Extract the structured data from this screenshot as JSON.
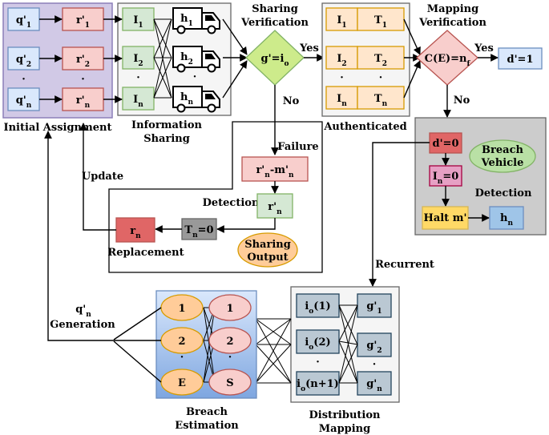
{
  "labels": {
    "initial_assignment": "Initial Assignment",
    "information_sharing_1": "Information",
    "information_sharing_2": "Sharing",
    "sharing_verification_1": "Sharing",
    "sharing_verification_2": "Verification",
    "authenticated": "Authenticated",
    "mapping_verification_1": "Mapping",
    "mapping_verification_2": "Verification",
    "yes_1": "Yes",
    "yes_2": "Yes",
    "no_1": "No",
    "no_2": "No",
    "failure": "Failure",
    "update": "Update",
    "detection_1": "Detection",
    "replacement": "Replacement",
    "detection_2": "Detection",
    "recurrent": "Recurrent",
    "generation_1": "q'",
    "generation_1_sub": "n",
    "generation_2": "Generation",
    "breach_estimation_1": "Breach",
    "breach_estimation_2": "Estimation",
    "distribution_mapping_1": "Distribution",
    "distribution_mapping_2": "Mapping",
    "dots": "·"
  },
  "initial": {
    "q": [
      {
        "main": "q'",
        "sub": "1"
      },
      {
        "main": "q'",
        "sub": "2"
      },
      {
        "main": "q'",
        "sub": "n"
      }
    ],
    "r": [
      {
        "main": "r'",
        "sub": "1"
      },
      {
        "main": "r'",
        "sub": "2"
      },
      {
        "main": "r'",
        "sub": "n"
      }
    ]
  },
  "sharing": {
    "I": [
      {
        "main": "I",
        "sub": "1"
      },
      {
        "main": "I",
        "sub": "2"
      },
      {
        "main": "I",
        "sub": "n"
      }
    ],
    "h": [
      {
        "main": "h",
        "sub": "1"
      },
      {
        "main": "h",
        "sub": "2"
      },
      {
        "main": "h",
        "sub": "n"
      }
    ]
  },
  "decision1": {
    "main": "g'=i",
    "sub": "o"
  },
  "auth": {
    "I": [
      {
        "main": "I",
        "sub": "1"
      },
      {
        "main": "I",
        "sub": "2"
      },
      {
        "main": "I",
        "sub": "n"
      }
    ],
    "T": [
      {
        "main": "T",
        "sub": "1"
      },
      {
        "main": "T",
        "sub": "2"
      },
      {
        "main": "T",
        "sub": "n"
      }
    ]
  },
  "decision2": {
    "main": "C(E)=n",
    "sub": "f"
  },
  "d_one": "d'=1",
  "detect_loop": {
    "rm": {
      "a": "r'",
      "a_sub": "n",
      "b": "-m'",
      "b_sub": "n"
    },
    "r_prime": {
      "main": "r'",
      "sub": "n"
    },
    "tn": {
      "main": "T",
      "sub": "n",
      "tail": "=0"
    },
    "rn": {
      "main": "r",
      "sub": "n"
    },
    "sharing_output_1": "Sharing",
    "sharing_output_2": "Output"
  },
  "breach": {
    "d_zero": "d'=0",
    "in_zero": {
      "main": "I",
      "sub": "n",
      "tail": "=0"
    },
    "halt": "Halt m'",
    "hn": {
      "main": "h",
      "sub": "n"
    },
    "vehicle_1": "Breach",
    "vehicle_2": "Vehicle"
  },
  "estimation": {
    "left": [
      "1",
      "2",
      "E"
    ],
    "right": [
      "1",
      "2",
      "S"
    ]
  },
  "mapping": {
    "io": [
      {
        "main": "i",
        "sub": "o",
        "tail": "(1)"
      },
      {
        "main": "i",
        "sub": "o",
        "tail": "(2)"
      },
      {
        "main": "i",
        "sub": "o",
        "tail": "(n+1)"
      }
    ],
    "g": [
      {
        "main": "g'",
        "sub": "1"
      },
      {
        "main": "g'",
        "sub": "2"
      },
      {
        "main": "g'",
        "sub": "n"
      }
    ]
  },
  "colors": {
    "blue_fill": "#dae8fc",
    "blue_stroke": "#6c8ebf",
    "red_fill": "#f8cecc",
    "red_stroke": "#b85450",
    "green_fill": "#d5e8d4",
    "green_stroke": "#82b366",
    "orange_fill": "#ffe6cc",
    "orange_stroke": "#d79b00",
    "yellow_fill": "#fff2cc",
    "yellow_stroke": "#d6b656",
    "purple_fill": "#d1c9e6",
    "purple_stroke": "#8c7fb8",
    "gray_panel": "#f5f5f5",
    "gray_stroke": "#666666",
    "dark_gray_panel": "#cccccc",
    "diamond_green": "#cdeb8b",
    "diamond_red": "#f8cecc",
    "strong_red": "#e06666",
    "magenta_fill": "#e6a0c4",
    "magenta_stroke": "#a50040",
    "gold_fill": "#ffd966",
    "light_blue": "#9fc5e8",
    "grey_box": "#999999",
    "orange_oval": "#ffcc99",
    "green_oval": "#b9e0a5",
    "slate_fill": "#bac8d3",
    "slate_stroke": "#23445d"
  }
}
